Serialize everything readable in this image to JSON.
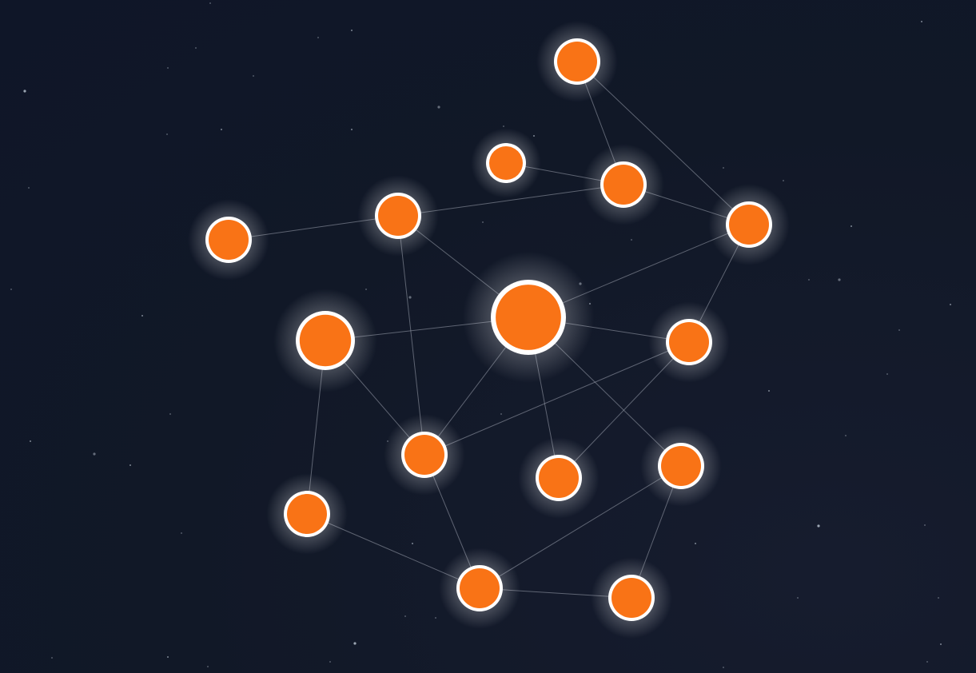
{
  "colors": {
    "background": "#111827",
    "node_fill": "#f97316",
    "node_border": "#ffffff",
    "edge": "#9ca3af",
    "glow": "#ffffff",
    "star": "#cbd5e1"
  },
  "graph": {
    "nodes": [
      {
        "id": "n1",
        "size": "medium"
      },
      {
        "id": "n2",
        "size": "small"
      },
      {
        "id": "n3",
        "size": "medium"
      },
      {
        "id": "n4",
        "size": "medium"
      },
      {
        "id": "n5",
        "size": "medium"
      },
      {
        "id": "n6",
        "size": "medium"
      },
      {
        "id": "n7",
        "size": "hub"
      },
      {
        "id": "n8",
        "size": "large"
      },
      {
        "id": "n9",
        "size": "medium"
      },
      {
        "id": "n10",
        "size": "medium"
      },
      {
        "id": "n11",
        "size": "medium"
      },
      {
        "id": "n12",
        "size": "medium"
      },
      {
        "id": "n13",
        "size": "medium"
      },
      {
        "id": "n14",
        "size": "medium"
      },
      {
        "id": "n15",
        "size": "medium"
      }
    ],
    "edges": [
      [
        "n1",
        "n3"
      ],
      [
        "n1",
        "n4"
      ],
      [
        "n2",
        "n3"
      ],
      [
        "n3",
        "n5"
      ],
      [
        "n3",
        "n4"
      ],
      [
        "n6",
        "n5"
      ],
      [
        "n5",
        "n7"
      ],
      [
        "n5",
        "n10"
      ],
      [
        "n4",
        "n7"
      ],
      [
        "n4",
        "n9"
      ],
      [
        "n8",
        "n7"
      ],
      [
        "n7",
        "n9"
      ],
      [
        "n7",
        "n10"
      ],
      [
        "n7",
        "n11"
      ],
      [
        "n7",
        "n12"
      ],
      [
        "n8",
        "n10"
      ],
      [
        "n8",
        "n13"
      ],
      [
        "n10",
        "n9"
      ],
      [
        "n9",
        "n11"
      ],
      [
        "n10",
        "n14"
      ],
      [
        "n13",
        "n14"
      ],
      [
        "n14",
        "n12"
      ],
      [
        "n14",
        "n15"
      ],
      [
        "n12",
        "n15"
      ]
    ]
  }
}
